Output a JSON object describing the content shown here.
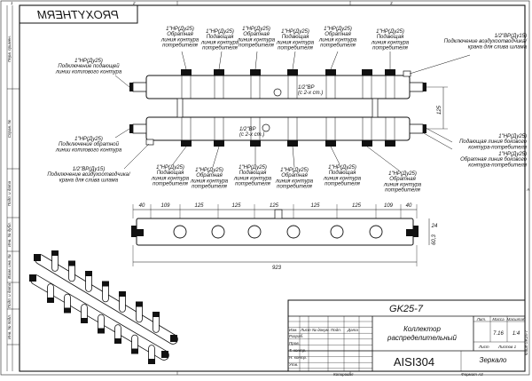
{
  "header": {
    "brand": "PROXYTHERM"
  },
  "frame_numbers": {
    "top_left": "1",
    "top_mid": "2",
    "top_right": "3",
    "bottom_left": "1",
    "bottom_mid": "2",
    "bottom_right": "3",
    "right_letter": "A"
  },
  "side_strip": [
    "Перв. примен.",
    "Справ. №",
    "Подп. и дата",
    "Инв. № дубл.",
    "Взам. инв. №",
    "Подп. и дата",
    "Инв. № подл."
  ],
  "callouts": {
    "top_supply_1": "1\"НР(Ду25)\nОбратная\nлиния контура\nпотребителя",
    "top_ret_1": "1\"НР(Ду25)\nПодающая\nлиния контура\nпотребителя",
    "top_supply_2": "1\"НР(Ду25)\nОбратная\nлиния контура\nпотребителя",
    "top_ret_2": "1\"НР(Ду25)\nПодающая\nлиния контура\nпотребителя",
    "top_supply_3": "1\"НР(Ду25)\nОбратная\nлиния контура\nпотребителя",
    "top_ret_3": "1\"НР(Ду25)\nПодающая\nлиния контура\nпотребителя",
    "top_right_vent": "1/2\"ВР(Ду15)\nПодключение воздухоотводчика/\nкрана для слива шлама",
    "left_supply": "1\"НР(Ду25)\nПодключение подающей\nлинии котлового контура",
    "left_return": "1\"НР(Ду25)\nПодключение обратной\nлинии котлового контура",
    "left_vent": "1/2\"ВР(Ду15)\nПодключение воздухоотводчика/\nкрана для слива шлама",
    "right_supply": "1\"НР(Ду25)\nПодающая линия бокового\nконтура-потребителя",
    "right_return": "1\"НР(Ду25)\nОбратная линия бокового\nконтура-потребителя",
    "mid_upper": "1/2\"ВР\n(с 2-х ст.)",
    "mid_lower": "1/2\"ВР\n(с 2-х ст.)",
    "bot_1": "1\"НР(Ду25)\nПодающая\nлиния контура\nпотребителя",
    "bot_2": "1\"НР(Ду25)\nОбратная\nлиния контура\nпотребителя",
    "bot_3": "1\"НР(Ду25)\nПодающая\nлиния контура\nпотребителя",
    "bot_4": "1\"НР(Ду25)\nОбратная\nлиния контура\nпотребителя",
    "bot_5": "1\"НР(Ду25)\nПодающая\nлиния контура\nпотребителя",
    "bot_6": "1\"НР(Ду25)\nОбратная\nлиния контура\nпотребителя"
  },
  "dimensions": {
    "spacing": "125",
    "segments": [
      "40",
      "109",
      "125",
      "125",
      "125",
      "125",
      "125",
      "109",
      "40"
    ],
    "total": "923",
    "end": "24",
    "height": "60,3"
  },
  "title_block": {
    "designation": "GK25-7",
    "name": "Коллектор\nраспределительный",
    "material": "AISI304",
    "org": "Зеркало",
    "lit_header": "Лит.",
    "mass_header": "Масса",
    "scale_header": "Масштаб",
    "mass_value": "7.16",
    "scale_value": "1:4",
    "sheet": "Лист",
    "sheets": "Листов 1",
    "rows": [
      "Изм.",
      "Лист",
      "№ докум.",
      "Подп.",
      "Дата"
    ],
    "roles": [
      "Разраб.",
      "Пров.",
      "Т. контр.",
      "Н. контр.",
      "Утв."
    ],
    "copied": "Копировал",
    "format": "Формат А3",
    "file": "Файл GK25-7"
  }
}
